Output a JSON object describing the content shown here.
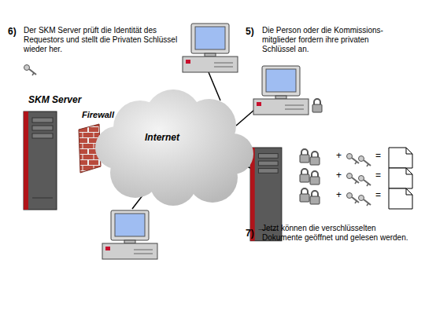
{
  "diagram": {
    "nodes": [
      {
        "text": [
          "SKM Server"
        ]
      },
      {
        "text": [
          "Firewall"
        ]
      },
      {
        "text": [
          "Internet"
        ]
      }
    ],
    "labels": [
      "6)",
      "Der SKM Server prüft die Identität des Requestors und stellt die Privaten Schlüssel wieder her.",
      "5)",
      "Die Person oder die Kommissions- mitglieder fordern ihre privaten Schlüssel an.",
      "+",
      "=",
      "+",
      "=",
      "+",
      "=",
      "7)",
      "Jetzt können die verschlüsselten Dokumente geöffnet und gelesen werden."
    ]
  }
}
